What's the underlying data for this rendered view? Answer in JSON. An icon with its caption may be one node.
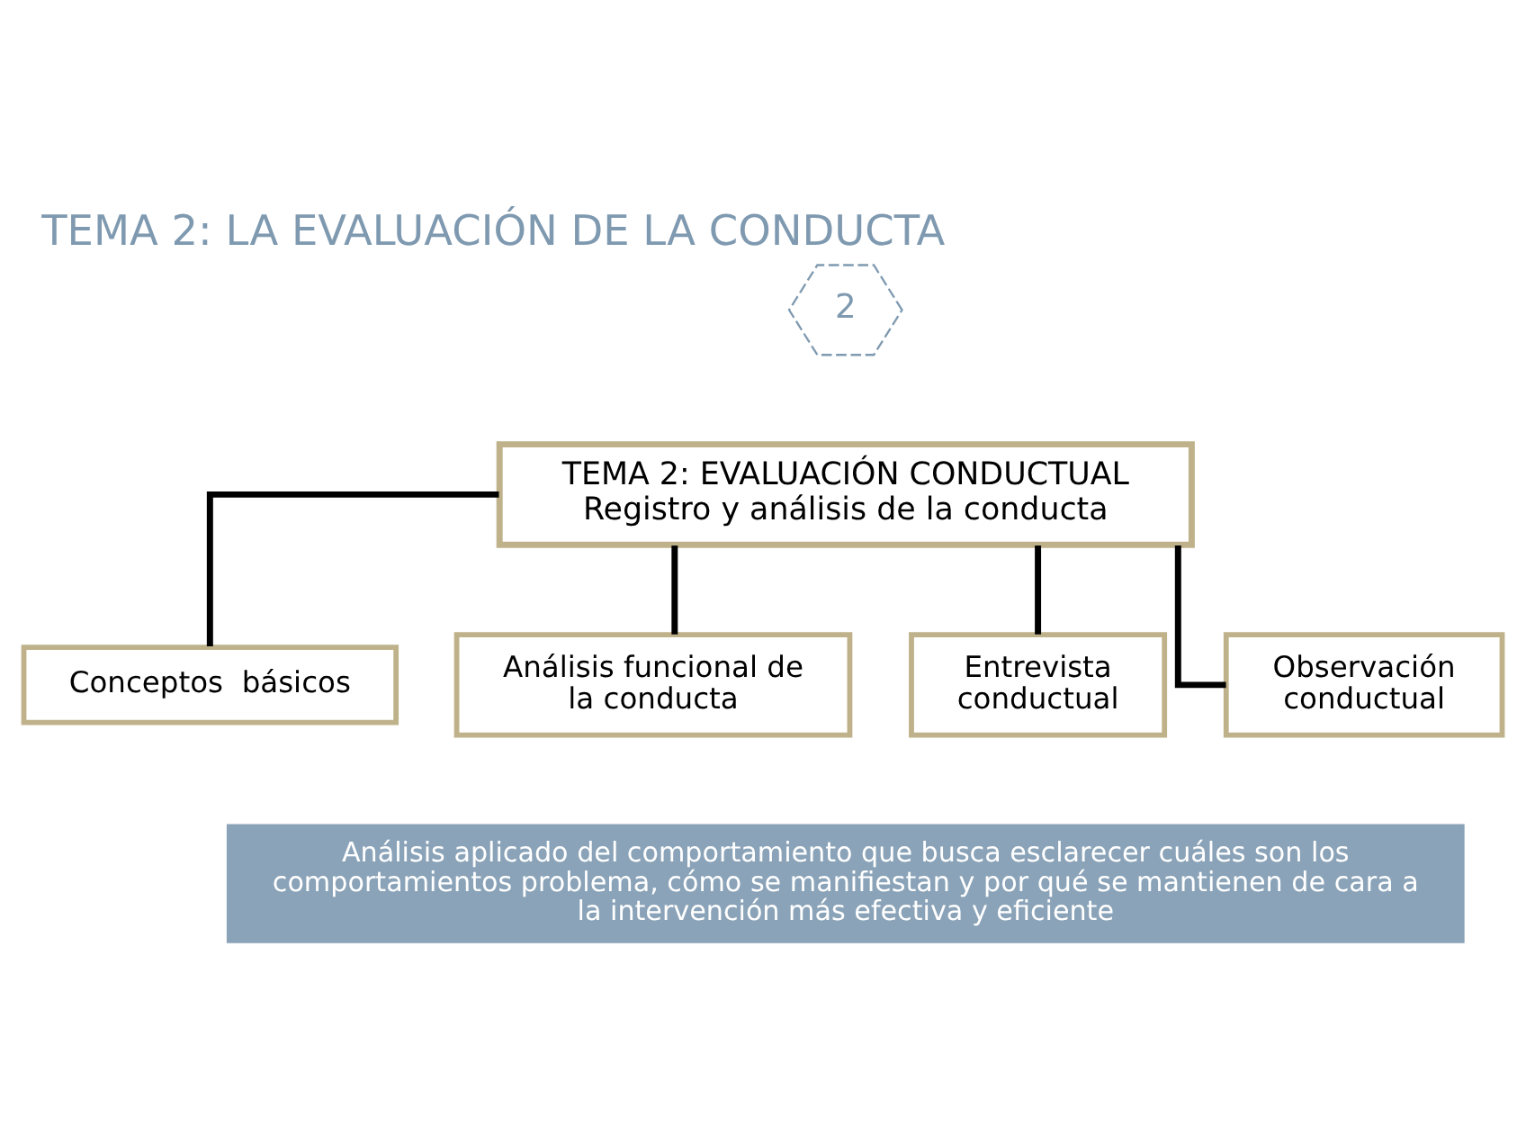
{
  "diagram": {
    "title": "TEMA 2: LA EVALUACIÓN DE LA CONDUCTA",
    "nodes": [
      {
        "text": [
          "2"
        ]
      },
      {
        "text": [
          "TEMA 2: EVALUACIÓN CONDUCTUAL",
          "Registro y análisis de la conducta"
        ]
      },
      {
        "text": [
          "Conceptos  básicos"
        ]
      },
      {
        "text": [
          "Análisis funcional de la conducta"
        ]
      },
      {
        "text": [
          "Entrevista conductual"
        ]
      },
      {
        "text": [
          "Observación conductual"
        ]
      },
      {
        "text": [
          "Análisis aplicado del comportamiento que busca esclarecer cuáles son los comportamientos problema, cómo se manifiestan y por qué se mantienen de cara a la intervención más efectiva y eficiente"
        ]
      }
    ],
    "edges": [
      {
        "from": 1,
        "to": 2,
        "arrow": "none"
      },
      {
        "from": 1,
        "to": 3,
        "arrow": "none"
      },
      {
        "from": 1,
        "to": 4,
        "arrow": "none"
      },
      {
        "from": 1,
        "to": 5,
        "arrow": "none"
      }
    ]
  }
}
